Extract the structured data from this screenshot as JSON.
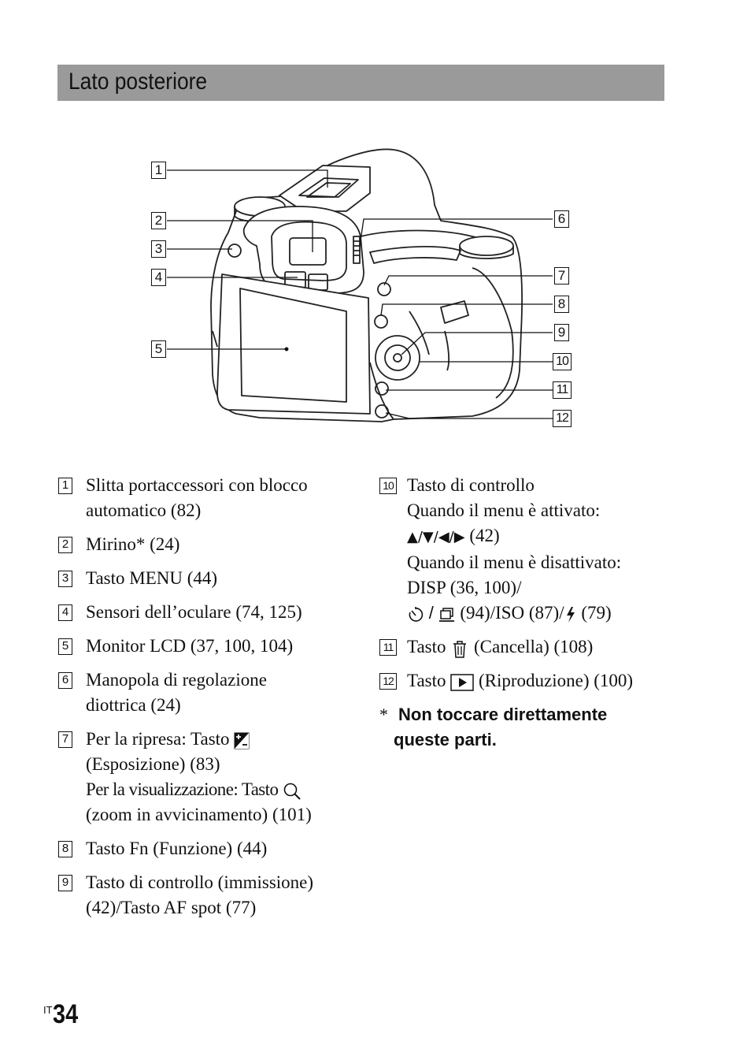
{
  "section_title": "Lato posteriore",
  "callouts": [
    "1",
    "2",
    "3",
    "4",
    "5",
    "6",
    "7",
    "8",
    "9",
    "10",
    "11",
    "12"
  ],
  "items": [
    {
      "num": "1",
      "lines": [
        "Slitta portaccessori con blocco",
        "automatico (82)"
      ]
    },
    {
      "num": "2",
      "lines": [
        "Mirino* (24)"
      ]
    },
    {
      "num": "3",
      "lines": [
        "Tasto MENU (44)"
      ]
    },
    {
      "num": "4",
      "lines": [
        "Sensori dell’oculare (74, 125)"
      ]
    },
    {
      "num": "5",
      "lines": [
        "Monitor LCD (37, 100, 104)"
      ]
    },
    {
      "num": "6",
      "lines": [
        "Manopola di regolazione",
        "diottrica (24)"
      ]
    },
    {
      "num": "7",
      "line1_prefix": "Per la ripresa: Tasto",
      "line2": "(Esposizione) (83)",
      "line3_prefix": "Per la visualizzazione: Tasto",
      "line4": "(zoom in avvicinamento) (101)"
    },
    {
      "num": "8",
      "lines": [
        "Tasto Fn (Funzione) (44)"
      ]
    },
    {
      "num": "9",
      "lines": [
        "Tasto di controllo (immissione)",
        "(42)/Tasto AF spot (77)"
      ]
    },
    {
      "num": "10",
      "line1": "Tasto di controllo",
      "line2": "Quando il menu è attivato:",
      "arrows": "▲/▼/◀/▶",
      "arrows_ref": "(42)",
      "line4": "Quando il menu è disattivato:",
      "line5": "DISP (36, 100)/",
      "line6_a": "(94)/ISO (87)/",
      "line6_b": "(79)"
    },
    {
      "num": "11",
      "prefix": "Tasto",
      "suffix": "(Cancella) (108)"
    },
    {
      "num": "12",
      "prefix": "Tasto",
      "suffix": "(Riproduzione) (100)"
    }
  ],
  "note": {
    "star": "*",
    "line1": "Non toccare direttamente",
    "line2": "queste parti."
  },
  "page": {
    "lang": "IT",
    "number": "34"
  },
  "icons": [
    "exposure-compensation-icon",
    "zoom-magnifier-icon",
    "self-timer-icon",
    "drive-continuous-icon",
    "flash-icon",
    "trash-icon",
    "playback-icon"
  ]
}
